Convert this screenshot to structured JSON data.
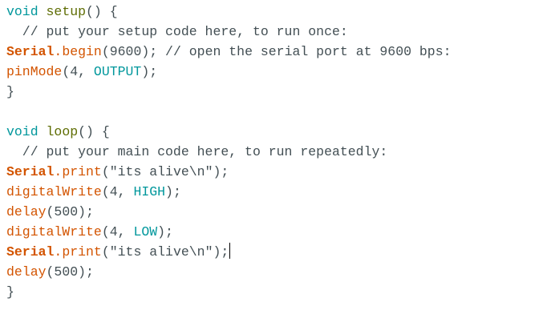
{
  "editor": {
    "lines": [
      {
        "type": "void",
        "name": "setup",
        "rest": "() {"
      },
      {
        "comment": "  // put your setup code here, to run once:"
      },
      {
        "obj": "Serial",
        "method": ".begin",
        "args": "(9600); // open the serial port at 9600 bps:"
      },
      {
        "fn": "pinMode",
        "pre": "(4, ",
        "const": "OUTPUT",
        "post": ");"
      },
      {
        "plain": "}"
      },
      {
        "plain": ""
      },
      {
        "type": "void",
        "name": "loop",
        "rest": "() {"
      },
      {
        "comment": "  // put your main code here, to run repeatedly:"
      },
      {
        "obj": "Serial",
        "method": ".print",
        "args": "(\"its alive\\n\");"
      },
      {
        "fn": "digitalWrite",
        "pre": "(4, ",
        "const": "HIGH",
        "post": ");"
      },
      {
        "fn": "delay",
        "pre": "(500);"
      },
      {
        "fn": "digitalWrite",
        "pre": "(4, ",
        "const": "LOW",
        "post": ");"
      },
      {
        "obj": "Serial",
        "method": ".print",
        "args": "(\"its alive\\n\");"
      },
      {
        "fn": "delay",
        "pre": "(500);"
      },
      {
        "plain": "}"
      }
    ],
    "colors": {
      "type_keyword": "#00979c",
      "function_name": "#5e6d03",
      "arduino_function": "#d35400",
      "constant": "#00979c",
      "default_text": "#434f54"
    }
  }
}
